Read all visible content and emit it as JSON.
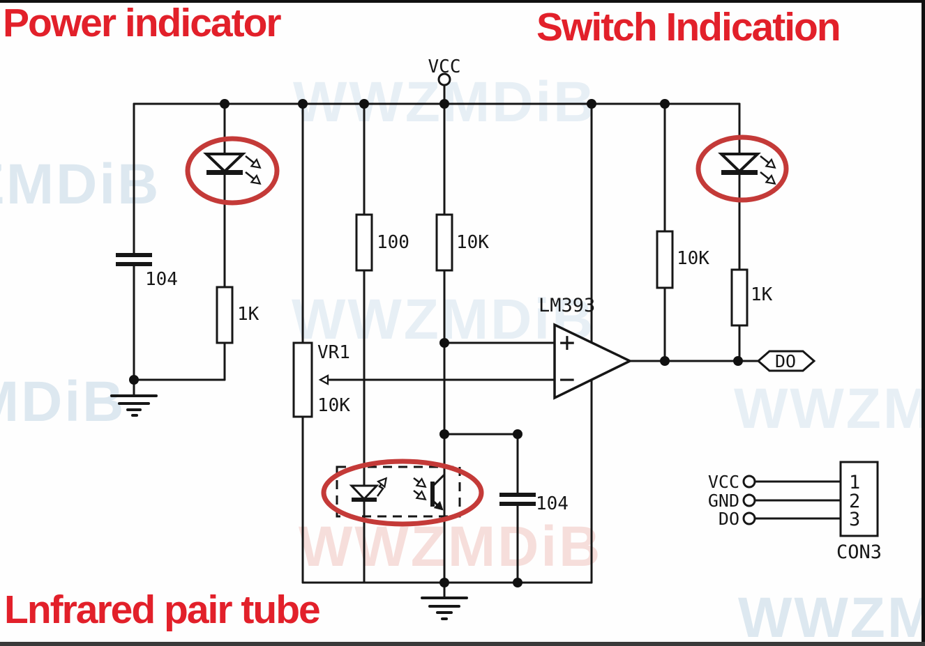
{
  "titles": {
    "power": "Power indicator",
    "switch": "Switch Indication",
    "infrared": "Lnfrared pair tube"
  },
  "watermark": {
    "text": "WWZMDiB"
  },
  "rail": {
    "vcc_label": "VCC"
  },
  "components": {
    "c1": {
      "label": "104"
    },
    "r1": {
      "label": "1K"
    },
    "r2": {
      "label": "100"
    },
    "r3": {
      "label": "10K"
    },
    "vr1": {
      "name": "VR1",
      "value": "10K"
    },
    "opamp": {
      "label": "LM393",
      "plus": "+",
      "minus": "−"
    },
    "r4": {
      "label": "10K"
    },
    "r5": {
      "label": "1K"
    },
    "c2": {
      "label": "104"
    },
    "do_flag": {
      "label": "DO"
    }
  },
  "connector": {
    "pins": [
      {
        "signal": "VCC",
        "number": "1"
      },
      {
        "signal": "GND",
        "number": "2"
      },
      {
        "signal": "DO",
        "number": "3"
      }
    ],
    "name": "CON3"
  },
  "colors": {
    "title_red": "#e2202a",
    "highlight_red": "#c43a38",
    "wire": "#161616",
    "watermark_blue": "#dde8f0",
    "watermark_pink": "#f6dedb"
  }
}
